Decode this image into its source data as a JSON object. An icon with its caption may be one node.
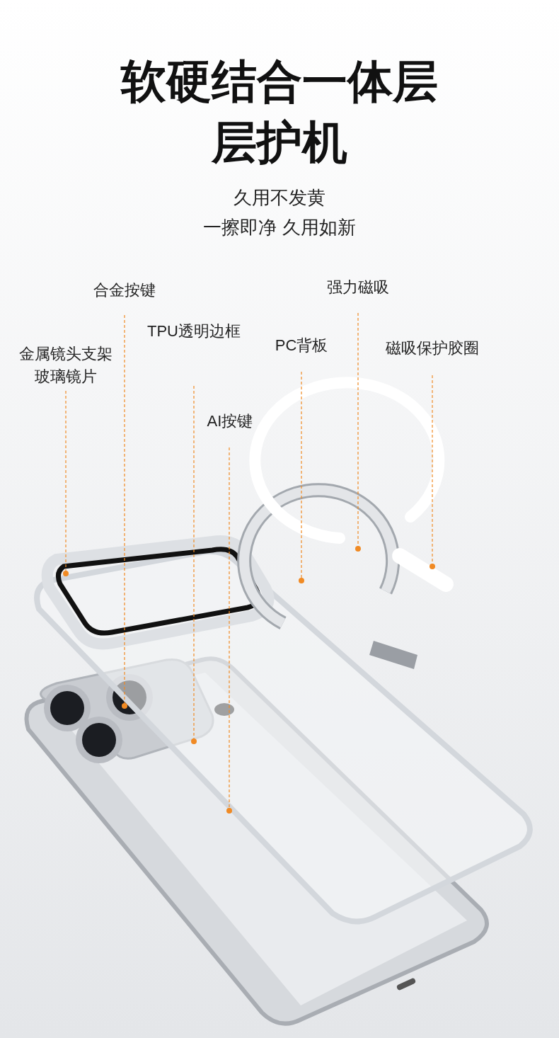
{
  "diagram": {
    "title": "软硬结合一体层层护机",
    "nodes": [
      {
        "text": [
          "强力磁吸"
        ]
      },
      {
        "text": [
          "合金按键"
        ]
      },
      {
        "text": [
          "TPU透明边框"
        ]
      },
      {
        "text": [
          "PC背板"
        ]
      },
      {
        "text": [
          "磁吸保护胶圈"
        ]
      },
      {
        "text": [
          "金属镜头支架",
          "玻璃镜片"
        ]
      },
      {
        "text": [
          "AI按键"
        ]
      }
    ],
    "edges": [
      {
        "from": 0,
        "to": null,
        "arrow": "other",
        "style": "dashed"
      },
      {
        "from": 1,
        "to": null,
        "arrow": "other",
        "style": "dashed"
      },
      {
        "from": 2,
        "to": null,
        "arrow": "other",
        "style": "dashed"
      },
      {
        "from": 3,
        "to": null,
        "arrow": "other",
        "style": "dashed"
      },
      {
        "from": 4,
        "to": null,
        "arrow": "other",
        "style": "dashed"
      },
      {
        "from": 5,
        "to": null,
        "arrow": "other",
        "style": "dashed"
      },
      {
        "from": 6,
        "to": null,
        "arrow": "other",
        "style": "dashed"
      }
    ],
    "labels": [
      "久用不发黄",
      "一擦即净 久用如新"
    ]
  }
}
